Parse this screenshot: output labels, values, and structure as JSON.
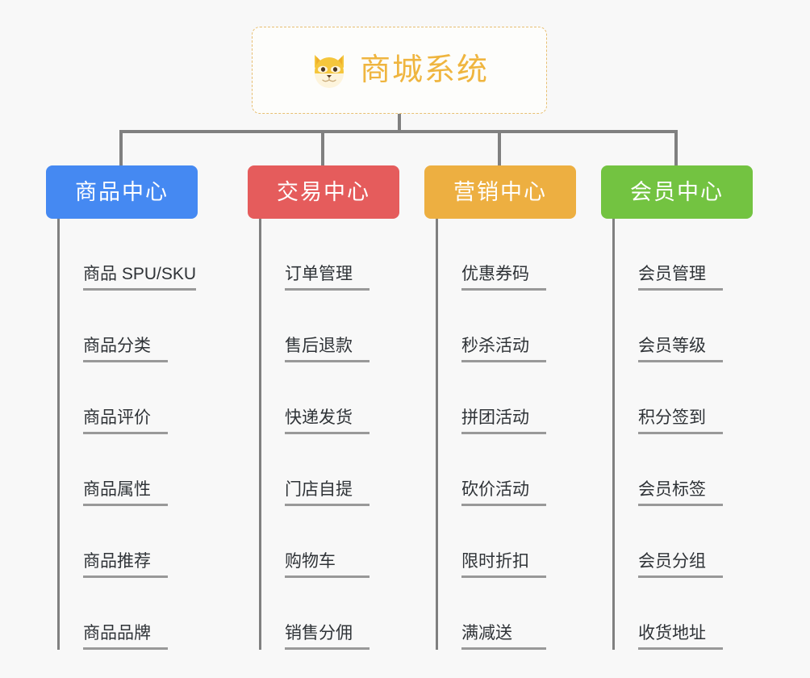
{
  "root": {
    "title": "商城系统",
    "icon": "shiba-dog-icon",
    "border_color": "#e8bf72",
    "text_color": "#efb53f",
    "background": "#fdfdfb"
  },
  "canvas": {
    "background": "#f8f8f8",
    "connector_color": "#808080",
    "leaf_text_color": "#2f3337",
    "leaf_rule_color": "#999999"
  },
  "branches": [
    {
      "label": "商品中心",
      "color": "#4589f2",
      "items": [
        "商品 SPU/SKU",
        "商品分类",
        "商品评价",
        "商品属性",
        "商品推荐",
        "商品品牌"
      ]
    },
    {
      "label": "交易中心",
      "color": "#e55c5c",
      "items": [
        "订单管理",
        "售后退款",
        "快递发货",
        "门店自提",
        "购物车",
        "销售分佣"
      ]
    },
    {
      "label": "营销中心",
      "color": "#edaf41",
      "items": [
        "优惠券码",
        "秒杀活动",
        "拼团活动",
        "砍价活动",
        "限时折扣",
        "满减送"
      ]
    },
    {
      "label": "会员中心",
      "color": "#73c341",
      "items": [
        "会员管理",
        "会员等级",
        "积分签到",
        "会员标签",
        "会员分组",
        "收货地址"
      ]
    }
  ]
}
